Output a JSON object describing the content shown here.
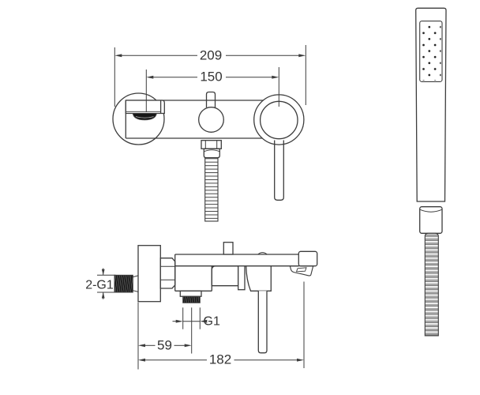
{
  "drawing": {
    "colors": {
      "background": "#ffffff",
      "line": "#3c3c3c",
      "thread_fill": "#111111",
      "hose_band": "#a6a6a6",
      "dot": "#1d1d1d"
    },
    "dimensions": {
      "d209": "209",
      "d150": "150",
      "d2g1": "2-G1",
      "dg1": "G1",
      "d59": "59",
      "d182": "182"
    }
  }
}
